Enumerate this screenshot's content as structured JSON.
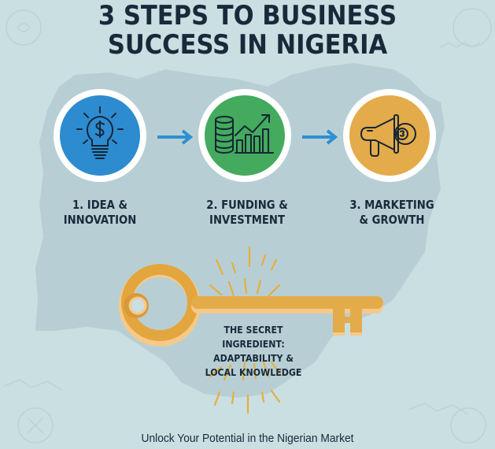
{
  "header": {
    "title_line1": "3 STEPS TO BUSINESS",
    "title_line2": "SUCCESS IN NIGERIA"
  },
  "steps": [
    {
      "number": "1",
      "label_line1": "1. IDEA &",
      "label_line2": "INNOVATION",
      "icon": "lightbulb-dollar-icon",
      "color": "#2d8bd0"
    },
    {
      "number": "2",
      "label_line1": "2. FUNDING &",
      "label_line2": "INVESTMENT",
      "icon": "coins-growth-chart-icon",
      "color": "#44aa5e"
    },
    {
      "number": "3",
      "label_line1": "3. MARKETING",
      "label_line2": "& GROWTH",
      "icon": "megaphone-icon",
      "color": "#e3ab4a"
    }
  ],
  "arrow_color": "#2f8fd2",
  "key_section": {
    "icon": "golden-key-icon",
    "key_color": "#e3ab4a",
    "text_line1": "THE SECRET INGREDIENT:",
    "text_line2": "ADAPTABILITY &",
    "text_line3": "LOCAL KNOWLEDGE"
  },
  "footer": {
    "tagline": "Unlock Your Potential in the Nigerian Market"
  }
}
